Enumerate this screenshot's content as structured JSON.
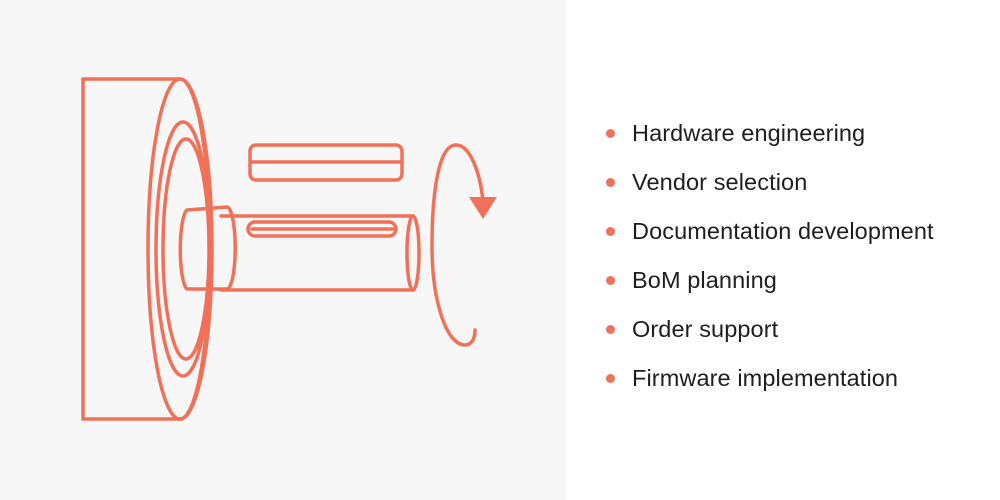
{
  "colors": {
    "accent": "#f07158",
    "left_background": "#f7f7f7",
    "right_background": "#ffffff",
    "text": "#1e1e1e"
  },
  "illustration": {
    "icon": "motor-shaft-rotation-icon"
  },
  "services": [
    {
      "label": "Hardware engineering"
    },
    {
      "label": "Vendor selection"
    },
    {
      "label": "Documentation development"
    },
    {
      "label": "BoM planning"
    },
    {
      "label": "Order support"
    },
    {
      "label": "Firmware implementation"
    }
  ]
}
